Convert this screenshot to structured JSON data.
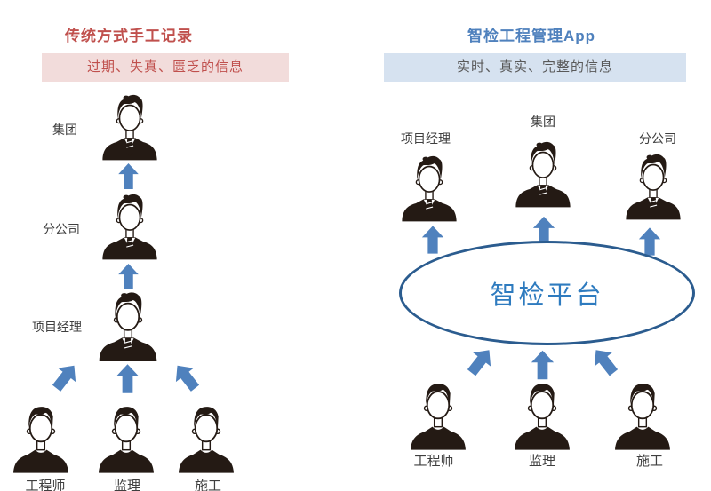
{
  "left": {
    "title": "传统方式手工记录",
    "banner": "过期、失真、匮乏的信息",
    "title_color": "#c0504d",
    "banner_bg": "#f2dcdb",
    "banner_text_color": "#c0504d",
    "levels": [
      {
        "label": "集团"
      },
      {
        "label": "分公司"
      },
      {
        "label": "项目经理"
      }
    ],
    "bottom_roles": [
      "工程师",
      "监理",
      "施工"
    ]
  },
  "right": {
    "title": "智检工程管理App",
    "banner": "实时、真实、完整的信息",
    "title_color": "#4f81bd",
    "banner_bg": "#d6e2f0",
    "banner_text_color": "#595959",
    "top_roles": [
      "项目经理",
      "集团",
      "分公司"
    ],
    "platform_label": "智检平台",
    "bottom_roles": [
      "工程师",
      "监理",
      "施工"
    ]
  },
  "colors": {
    "arrow_blue": "#4f81bd",
    "silhouette": "#241a14",
    "ellipse_stroke": "#2b5c8f",
    "platform_text": "#2e7bbf",
    "label_text": "#3f3f3f"
  }
}
